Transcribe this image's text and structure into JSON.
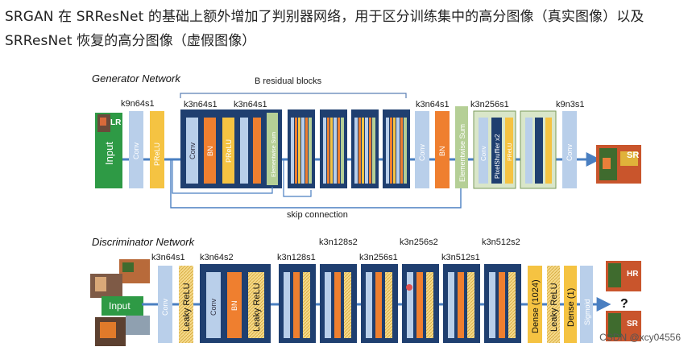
{
  "caption": {
    "line1": "SRGAN 在 SRResNet 的基础上额外增加了判别器网络，用于区分训练集中的高分图像（真实图像）以及",
    "line2": "SRResNet 恢复的高分图像（虚假图像）"
  },
  "generator": {
    "title": "Generator Network",
    "b_blocks_label": "B residual blocks",
    "skip_label": "skip connection",
    "input_label": "Input",
    "lr_label": "LR",
    "sr_label": "SR",
    "layer_labels": {
      "k9n64s1_in": "k9n64s1",
      "k3n64s1_a": "k3n64s1",
      "k3n64s1_b": "k3n64s1",
      "k3n64s1_c": "k3n64s1",
      "k3n256s1": "k3n256s1",
      "k9n3s1": "k9n3s1"
    },
    "block_labels": {
      "conv": "Conv",
      "prelu": "PReLU",
      "bn": "BN",
      "elementwise_sum": "Elementwise Sum",
      "pixelshuffler": "PixelShuffler x2"
    }
  },
  "discriminator": {
    "title": "Discriminator Network",
    "input_label": "Input",
    "hr_label": "HR",
    "sr_label": "SR",
    "question": "?",
    "layer_labels": {
      "k3n64s1": "k3n64s1",
      "k3n64s2": "k3n64s2",
      "k3n128s1": "k3n128s1",
      "k3n128s2": "k3n128s2",
      "k3n256s1": "k3n256s1",
      "k3n256s2": "k3n256s2",
      "k3n512s1": "k3n512s1",
      "k3n512s2": "k3n512s2"
    },
    "block_labels": {
      "conv": "Conv",
      "leaky_relu": "Leaky ReLU",
      "bn": "BN",
      "dense_1024": "Dense (1024)",
      "dense_1": "Dense (1)",
      "sigmoid": "Sigmoid"
    }
  },
  "watermark": "CSDN @xcy04556",
  "colors": {
    "conv": "#b9cfea",
    "prelu": "#f5c342",
    "bn": "#ef7f2f",
    "resblock_border": "#1f3f70",
    "sum": "#b5cf96",
    "input_green": "#2e9a45",
    "arrow": "#4a7fc1"
  }
}
